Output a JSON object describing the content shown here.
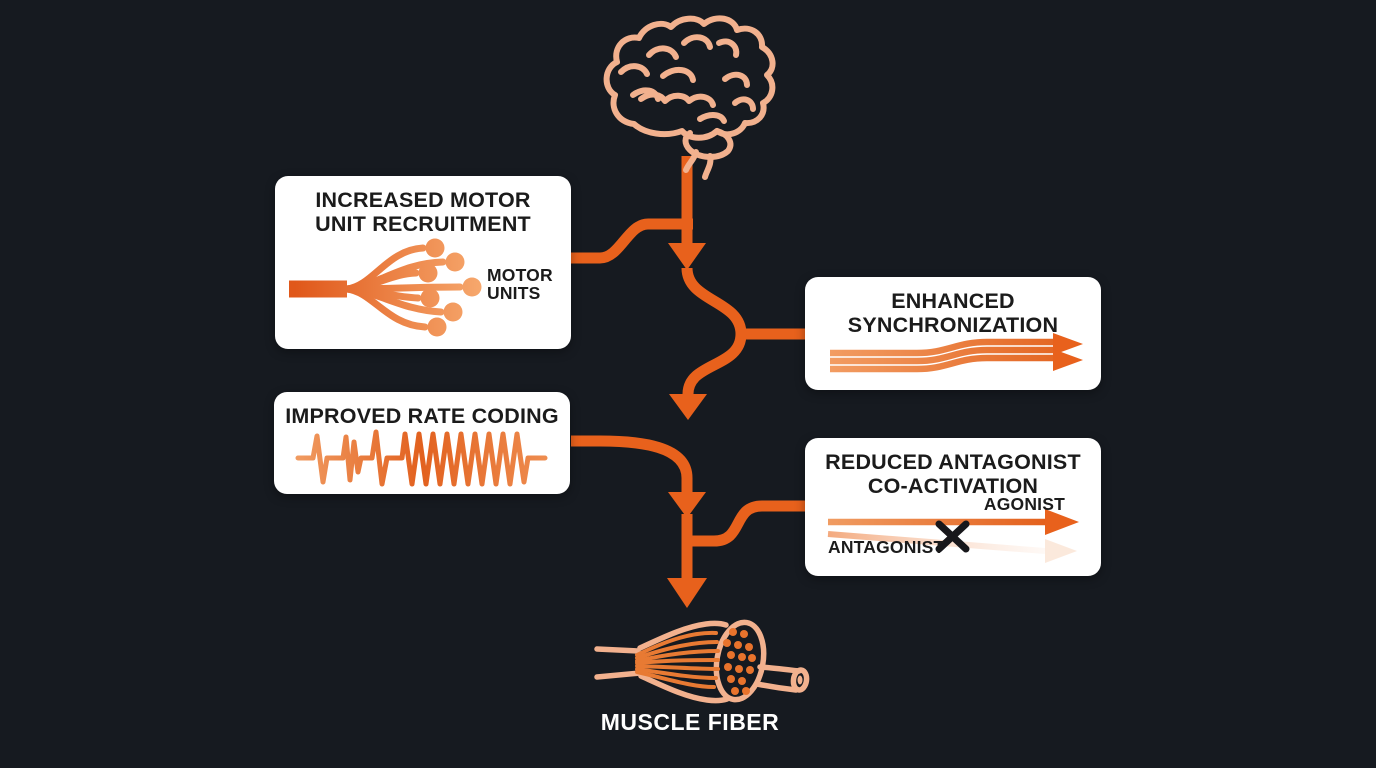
{
  "diagram": {
    "nodes": {
      "recruitment": {
        "title_line1": "INCREASED MOTOR",
        "title_line2": "UNIT RECRUITMENT",
        "icon_label_line1": "MOTOR",
        "icon_label_line2": "UNITS"
      },
      "synchronization": {
        "title_line1": "ENHANCED",
        "title_line2": "SYNCHRONIZATION"
      },
      "rate_coding": {
        "title": "IMPROVED RATE CODING"
      },
      "coactivation": {
        "title_line1": "REDUCED ANTAGONIST",
        "title_line2": "CO-ACTIVATION",
        "agonist_label": "AGONIST",
        "antagonist_label": "ANTAGONIST"
      },
      "muscle": {
        "label": "MUSCLE FIBER"
      }
    },
    "icons": {
      "source": "brain-icon",
      "recruitment": "branching-nerve-endplates-icon",
      "synchronization": "three-parallel-arrows-icon",
      "rate_coding": "increasing-frequency-waveform-icon",
      "coactivation": "crossed-out-antagonist-arrow-icon",
      "sink": "muscle-fiber-cross-section-icon"
    },
    "colors": {
      "background": "#161A20",
      "flow_accent": "#E8611C",
      "accent_light": "#F5A066",
      "outline_peach": "#F2B18E",
      "box_background": "#FFFFFF",
      "text_dark": "#1B1B1B",
      "text_light": "#FFFFFF"
    }
  }
}
